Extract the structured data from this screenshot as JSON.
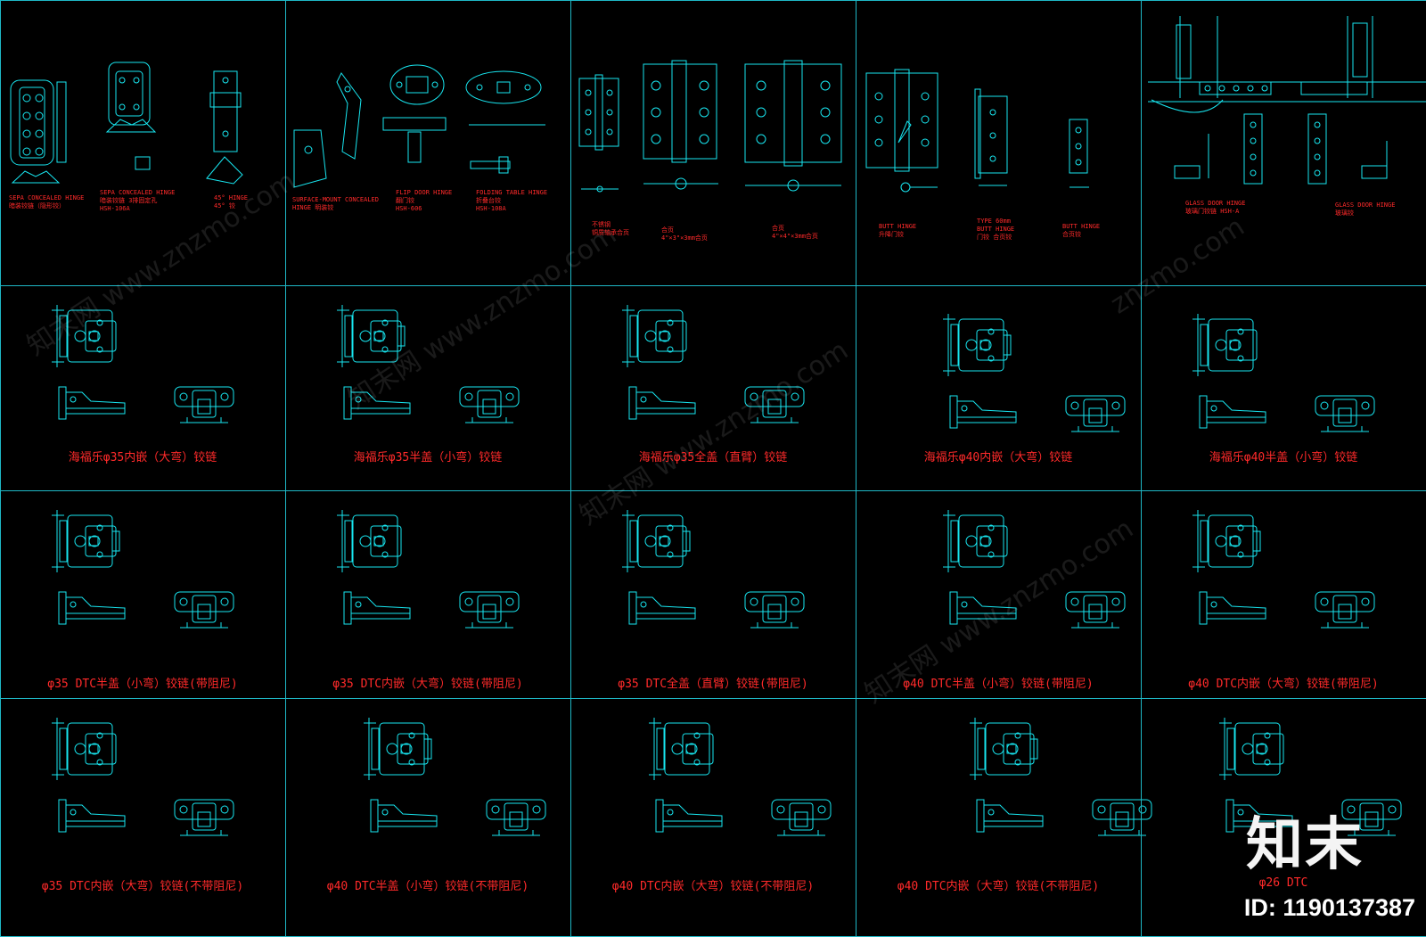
{
  "grid": {
    "cols": 5,
    "rows": 4,
    "line_color": "#1fb8c6",
    "drawing_color": "#18e6f0",
    "caption_color": "#ff2a2a"
  },
  "top_row": [
    {
      "name": "concealed-hinge",
      "captions": [
        "SEPA CONCEALED HINGE\n暗装铰链（隐形铰）",
        "SEPA CONCEALED HINGE\n暗装铰链 3排固定孔\nHSH-106A",
        "45° HINGE\n45° 铰"
      ]
    },
    {
      "name": "surface-mount-hinge",
      "captions": [
        "SURFACE-MOUNT CONCEALED\nHINGE 明装铰",
        "FLIP DOOR HINGE\n翻门铰\nHSH-606",
        "FOLDING TABLE HINGE\n折叠台铰\nHSH-108A"
      ]
    },
    {
      "name": "butt-hinge-a",
      "captions": [
        "不锈钢\n铜质轴承合页",
        "合页\n4\"×3\"×3mm合页",
        "合页\n4\"×4\"×3mm合页"
      ]
    },
    {
      "name": "butt-hinge-b",
      "captions": [
        "BUTT HINGE\n升降门铰",
        "TYPE 60mm\nBUTT HINGE\n门铰 合页铰",
        "BUTT HINGE\n合页铰"
      ]
    },
    {
      "name": "glass-door-hinge",
      "captions": [
        "GLASS DOOR HINGE\n玻璃门铰链 HSH-A",
        "GLASS DOOR HINGE\n玻璃铰"
      ]
    }
  ],
  "hinge_captions": [
    "海福乐φ35内嵌（大弯）铰链",
    "海福乐φ35半盖（小弯）铰链",
    "海福乐φ35全盖（直臂）铰链",
    "海福乐φ40内嵌（大弯）铰链",
    "海福乐φ40半盖（小弯）铰链",
    "φ35 DTC半盖（小弯）铰链(带阻尼)",
    "φ35 DTC内嵌（大弯）铰链(带阻尼)",
    "φ35 DTC全盖（直臂）铰链(带阻尼)",
    "φ40 DTC半盖（小弯）铰链(带阻尼)",
    "φ40 DTC内嵌（大弯）铰链(带阻尼)",
    "φ35 DTC内嵌（大弯）铰链(不带阻尼)",
    "φ40 DTC半盖（小弯）铰链(不带阻尼)",
    "φ40 DTC内嵌（大弯）铰链(不带阻尼)",
    "φ40 DTC内嵌（大弯）铰链(不带阻尼)",
    "φ26 DTC"
  ],
  "watermarks": [
    "知末网 www.znzmo.com",
    "知末网 www.znzmo.com",
    "知末网 www.znzmo.com",
    "知末网 www.znzmo.com",
    "znzmo.com"
  ],
  "brand": {
    "logo_text": "知末",
    "id_text": "ID: 1190137387"
  }
}
